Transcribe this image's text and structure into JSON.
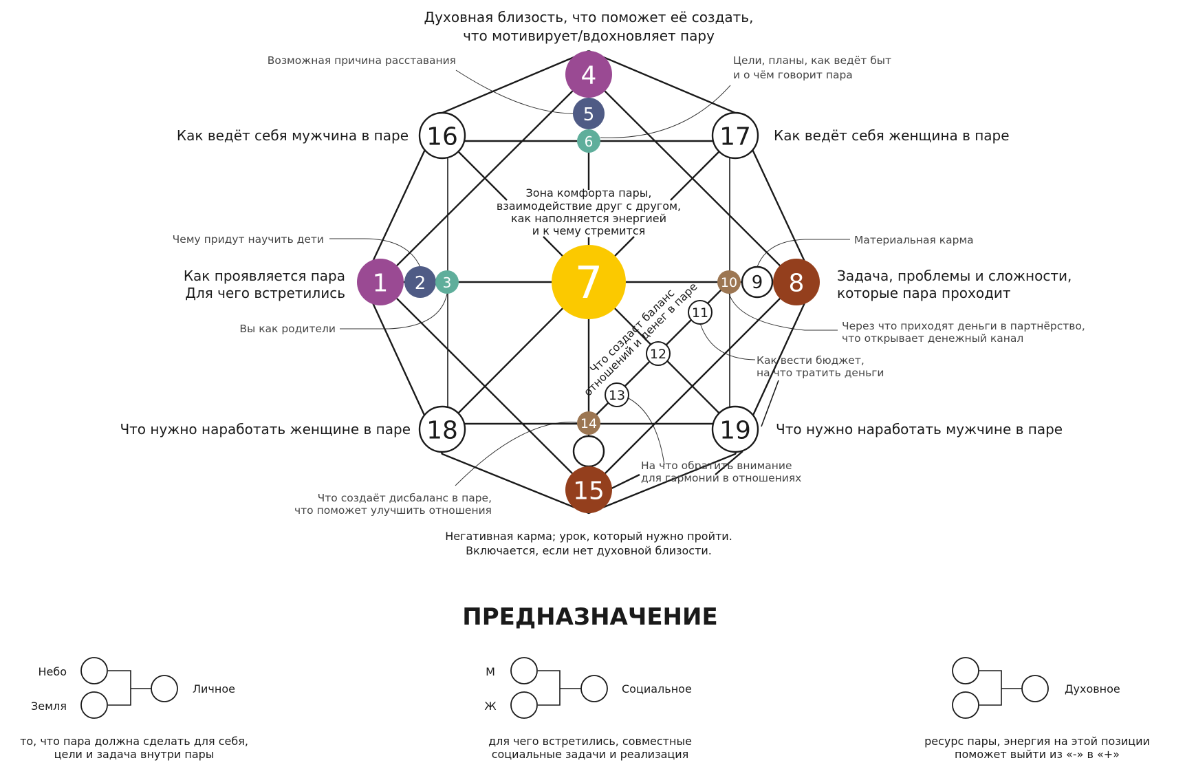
{
  "colors": {
    "purple": "#9a4a93",
    "slate": "#4f5b85",
    "teal": "#5fae9b",
    "yellow": "#fbc900",
    "tan": "#9c7652",
    "rust": "#943f1d"
  },
  "nodes": {
    "n1": "1",
    "n2": "2",
    "n3": "3",
    "n4": "4",
    "n5": "5",
    "n6": "6",
    "n7": "7",
    "n8": "8",
    "n9": "9",
    "n10": "10",
    "n11": "11",
    "n12": "12",
    "n13": "13",
    "n14": "14",
    "n15": "15",
    "n16": "16",
    "n17": "17",
    "n18": "18",
    "n19": "19"
  },
  "labels": {
    "top_line1": "Духовная близость, что поможет её создать,",
    "top_line2": "что мотивирует/вдохновляет пару",
    "breakup": "Возможная причина расставания",
    "goals_line1": "Цели, планы, как ведёт быт",
    "goals_line2": "и о чём говорит пара",
    "man": "Как ведёт себя мужчина в паре",
    "woman": "Как ведёт себя женщина в паре",
    "comfort": [
      "Зона комфорта пары,",
      "взаимодействие друг с другом,",
      "как наполняется энергией",
      "и к чему стремится"
    ],
    "children": "Чему придут научить дети",
    "karma_material": "Материальная карма",
    "pair_line1": "Как проявляется пара",
    "pair_line2": "Для чего встретились",
    "task_line1": "Задача, проблемы и сложности,",
    "task_line2": "которые пара проходит",
    "parents": "Вы как родители",
    "money_line1": "Через что приходят деньги в партнёрство,",
    "money_line2": "что открывает денежный канал",
    "budget_line1": "Как вести бюджет,",
    "budget_line2": "на что тратить деньги",
    "balance_line1": "Что создаст баланс",
    "balance_line2": "отношений и денег в паре",
    "woman_work": "Что нужно наработать женщине в паре",
    "man_work": "Что нужно наработать мужчине в паре",
    "attention_line1": "На что обратить внимание",
    "attention_line2": "для гармонии в отношениях",
    "imbalance_line1": "Что создаёт дисбаланс в паре,",
    "imbalance_line2": "что поможет улучшить отношения",
    "negative_line1": "Негативная карма; урок, который нужно пройти.",
    "negative_line2": "Включается, если нет духовной близости."
  },
  "purpose": {
    "title": "ПРЕДНАЗНАЧЕНИЕ",
    "personal": {
      "top": "Небо",
      "bottom": "Земля",
      "result": "Личное",
      "desc_line1": "то, что пара должна сделать для себя,",
      "desc_line2": "цели и задача внутри пары"
    },
    "social": {
      "top": "М",
      "bottom": "Ж",
      "result": "Социальное",
      "desc_line1": "для чего встретились, совместные",
      "desc_line2": "социальные задачи и реализация"
    },
    "spiritual": {
      "result": "Духовное",
      "desc_line1": "ресурс пары, энергия на этой позиции",
      "desc_line2": "поможет выйти из «-» в «+»"
    }
  }
}
